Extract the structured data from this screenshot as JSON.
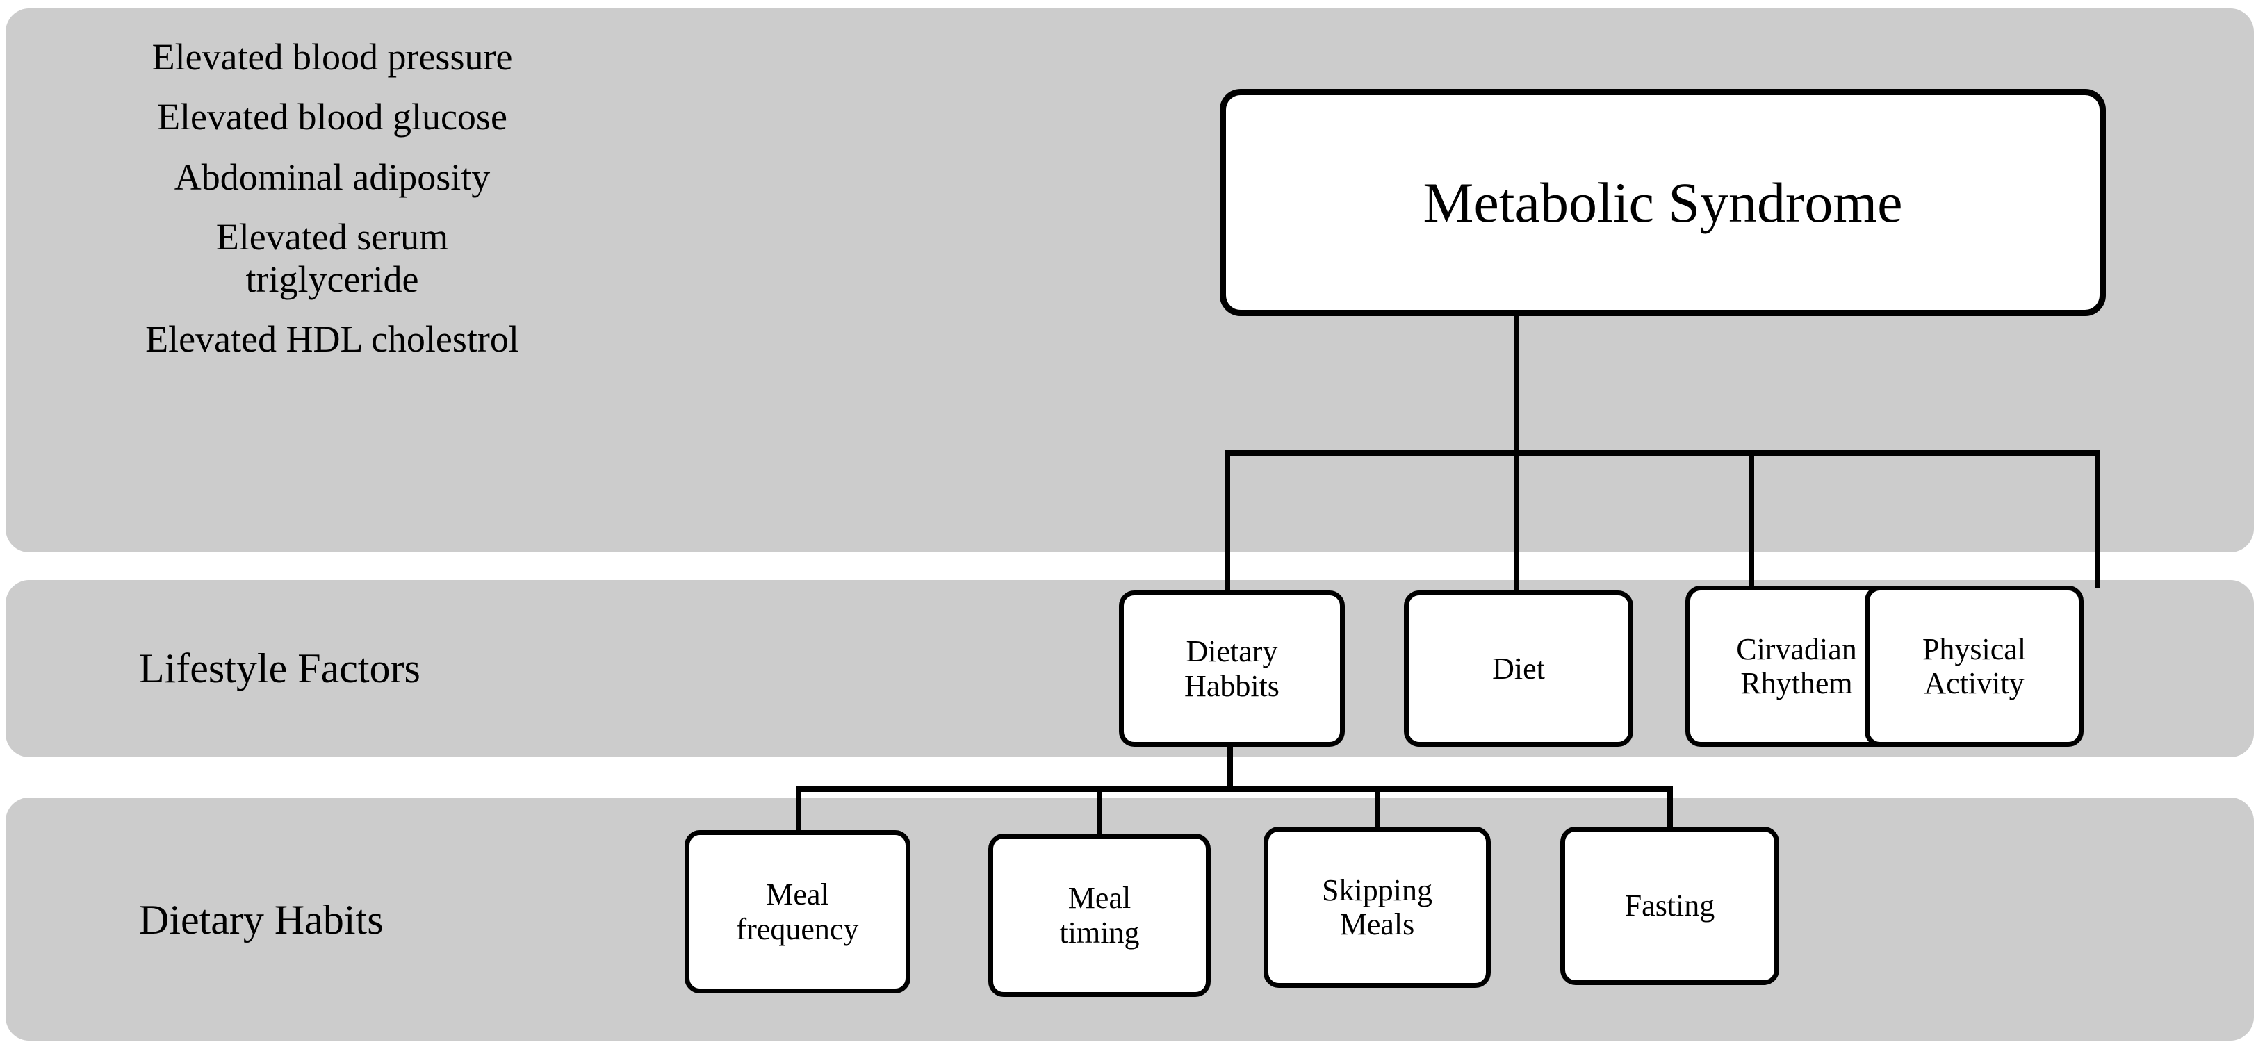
{
  "diagram": {
    "root": {
      "label": "Metabolic Syndrome"
    },
    "symptoms": {
      "items": [
        "Elevated blood pressure",
        "Elevated blood glucose",
        "Abdominal adiposity",
        "Elevated serum\ntriglyceride",
        "Elevated HDL cholestrol"
      ]
    },
    "row_labels": {
      "lifestyle": "Lifestyle Factors",
      "dietary": "Dietary Habits"
    },
    "lifestyle_nodes": [
      {
        "label": "Dietary\nHabbits"
      },
      {
        "label": "Diet"
      },
      {
        "label": "Cirvadian\nRhythem"
      },
      {
        "label": "Physical\nActivity"
      }
    ],
    "dietary_nodes": [
      {
        "label": "Meal\nfrequency"
      },
      {
        "label": "Meal\ntiming"
      },
      {
        "label": "Skipping\nMeals"
      },
      {
        "label": "Fasting"
      }
    ],
    "colors": {
      "panel_background": "#cccccc",
      "node_fill": "#ffffff",
      "stroke": "#000000",
      "page_background": "#ffffff"
    }
  }
}
